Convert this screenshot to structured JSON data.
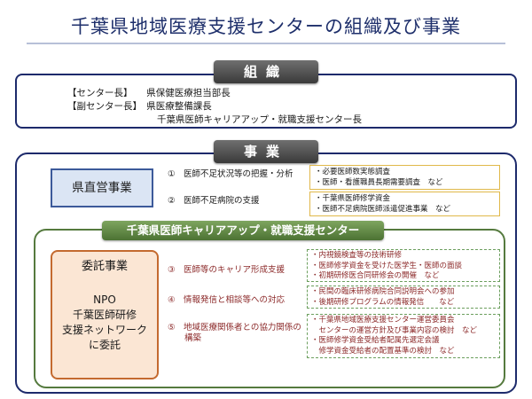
{
  "title": "千葉県地域医療支援センターの組織及び事業",
  "organization": {
    "heading": "組織",
    "lines": [
      "【センター長】　　県保健医療担当部長",
      "【副センター長】　県医療整備課長",
      "千葉県医師キャリアアップ・就職支援センター長"
    ]
  },
  "projects": {
    "heading": "事業",
    "direct": {
      "label": "県直営事業",
      "items": [
        {
          "text": "①　医師不足状況等の把握・分析",
          "details": [
            "・必要医師数実態調査",
            "・医師・看護職員長期需要調査　など"
          ]
        },
        {
          "text": "②　医師不足病院の支援",
          "details": [
            "・千葉県医師修学資金",
            "・医師不足病院医師派遣促進事業　など"
          ]
        }
      ]
    },
    "career_center": {
      "label": "千葉県医師キャリアアップ・就職支援センター",
      "entrusted": {
        "heading": "委託事業",
        "lines": [
          "NPO",
          "千葉医師研修",
          "支援ネットワーク",
          "に委託"
        ]
      },
      "items": [
        {
          "text": "③　医師等のキャリア形成支援",
          "details": [
            "・内視鏡検査等の技術研修",
            "・医師修学資金を受けた医学生・医師の面談",
            "・初期研修医合同研修会の開催　など"
          ]
        },
        {
          "text": "④　情報発信と相談等への対応",
          "details": [
            "・民間の臨床研修病院合同説明会への参加",
            "・後期研修プログラムの情報発信　　など"
          ]
        },
        {
          "text_lines": [
            "⑤　地域医療関係者との協力関係の",
            "　　構築"
          ],
          "details": [
            "・千葉県地域医療支援センター運営委員会",
            "　センターの運営方針及び事業内容の検討　など",
            "・医師修学資金受給者配属先選定会議",
            "　修学資金受給者の配置基準の検討　など"
          ]
        }
      ]
    }
  },
  "colors": {
    "title": "#1e2f6b",
    "frame_blue": "#1d2a6b",
    "career_green": "#557a3e",
    "entrusted_orange": "#c46a2f",
    "item_red": "#8c2a2a"
  }
}
